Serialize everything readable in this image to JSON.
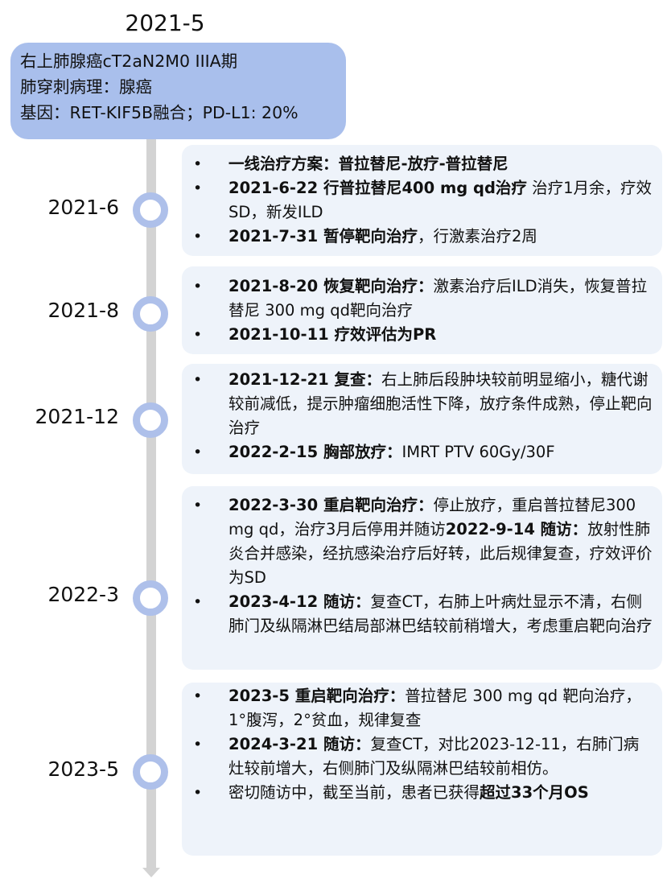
{
  "top_date": "2021-5",
  "diagnosis": {
    "lines": [
      "右上肺腺癌cT2aN2M0 IIIA期",
      "肺穿刺病理：腺癌",
      "基因：RET-KIF5B融合；PD-L1: 20%"
    ]
  },
  "events": [
    {
      "date": "2021-6",
      "items": [
        [
          {
            "t": "一线治疗方案：普拉替尼-放疗-普拉替尼",
            "b": true
          }
        ],
        [
          {
            "t": "2021-6-22 行普拉替尼400 mg qd治疗",
            "b": true
          },
          {
            "t": " 治疗1月余，疗效SD，新发ILD",
            "b": false
          }
        ],
        [
          {
            "t": "2021-7-31 暂停靶向治疗",
            "b": true
          },
          {
            "t": "，行激素治疗2周",
            "b": false
          }
        ]
      ]
    },
    {
      "date": "2021-8",
      "items": [
        [
          {
            "t": "2021-8-20 恢复靶向治疗：",
            "b": true
          },
          {
            "t": "激素治疗后ILD消失，恢复普拉替尼 300 mg qd靶向治疗",
            "b": false
          }
        ],
        [
          {
            "t": "2021-10-11 疗效评估为PR",
            "b": true
          }
        ]
      ]
    },
    {
      "date": "2021-12",
      "items": [
        [
          {
            "t": "2021-12-21 复查：",
            "b": true
          },
          {
            "t": "右上肺后段肿块较前明显缩小，糖代谢较前减低，提示肿瘤细胞活性下降，放疗条件成熟，停止靶向治疗",
            "b": false
          }
        ],
        [
          {
            "t": "2022-2-15 胸部放疗：",
            "b": true
          },
          {
            "t": "IMRT PTV 60Gy/30F",
            "b": false
          }
        ]
      ]
    },
    {
      "date": "2022-3",
      "items": [
        [
          {
            "t": "2022-3-30 重启靶向治疗：",
            "b": true
          },
          {
            "t": "停止放疗，重启普拉替尼300 mg qd，治疗3月后停用并随访",
            "b": false
          },
          {
            "t": "2022-9-14 随访：",
            "b": true
          },
          {
            "t": "放射性肺炎合并感染，经抗感染治疗后好转，此后规律复查，疗效评价为SD",
            "b": false
          }
        ],
        [
          {
            "t": "2023-4-12 随访：",
            "b": true
          },
          {
            "t": "复查CT，右肺上叶病灶显示不清，右侧肺门及纵隔淋巴结局部淋巴结较前稍增大，考虑重启靶向治疗",
            "b": false
          }
        ]
      ]
    },
    {
      "date": "2023-5",
      "items": [
        [
          {
            "t": "2023-5 重启靶向治疗：",
            "b": true
          },
          {
            "t": "普拉替尼 300 mg qd 靶向治疗，1°腹泻，2°贫血，规律复查",
            "b": false
          }
        ],
        [
          {
            "t": "2024-3-21 随访：",
            "b": true
          },
          {
            "t": "复查CT，对比2023-12-11，右肺门病灶较前增大，右侧肺门及纵隔淋巴结较前相仿。",
            "b": false
          }
        ],
        [
          {
            "t": "密切随访中，截至当前，患者已获得",
            "b": false
          },
          {
            "t": "超过33个月OS",
            "b": true
          }
        ]
      ]
    }
  ]
}
